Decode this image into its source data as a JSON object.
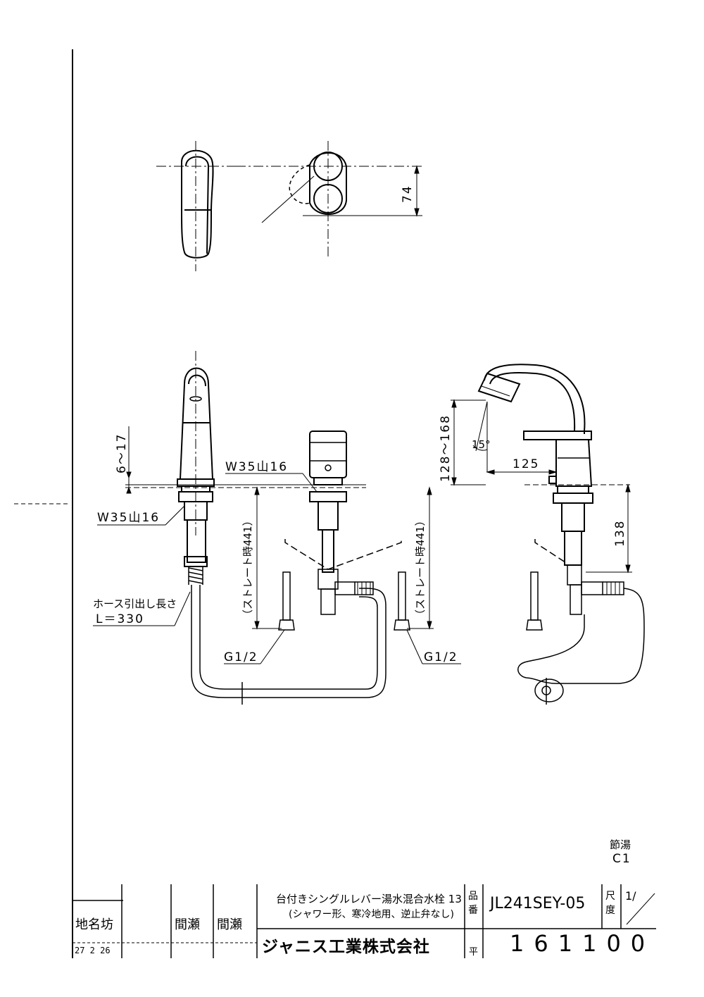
{
  "dimensions": {
    "top_depth": "74",
    "height_adjust": "6～17",
    "thread_left": "W35山16",
    "thread_center": "W35山16",
    "hose_length_label": "ホース引出し長さ",
    "hose_length_value": "L＝330",
    "straight_left": "（ストレート時441）",
    "straight_right": "（ストレート時441）",
    "connector_left": "G1/2",
    "connector_right": "G1/2",
    "spout_height": "128～168",
    "spout_angle": "15°",
    "spout_reach": "125",
    "body_depth": "138",
    "tolerance_label": "節湯",
    "tolerance_value": "C1"
  },
  "title_block": {
    "cells_left": [
      "地名坊",
      "",
      "間瀬",
      "間瀬"
    ],
    "date": "27 2 26",
    "product_name_line1": "台付きシングルレバー湯水混合水栓 13",
    "product_name_line2": "(シャワー形、寒冷地用、逆止弁なし)",
    "part_no_label": "品番",
    "part_no": "JL241SEY-05",
    "scale_label": "尺度",
    "scale_value": "1/",
    "company": "ジャニス工業株式会社",
    "drawing_no_label": "平",
    "drawing_no": "161100"
  }
}
